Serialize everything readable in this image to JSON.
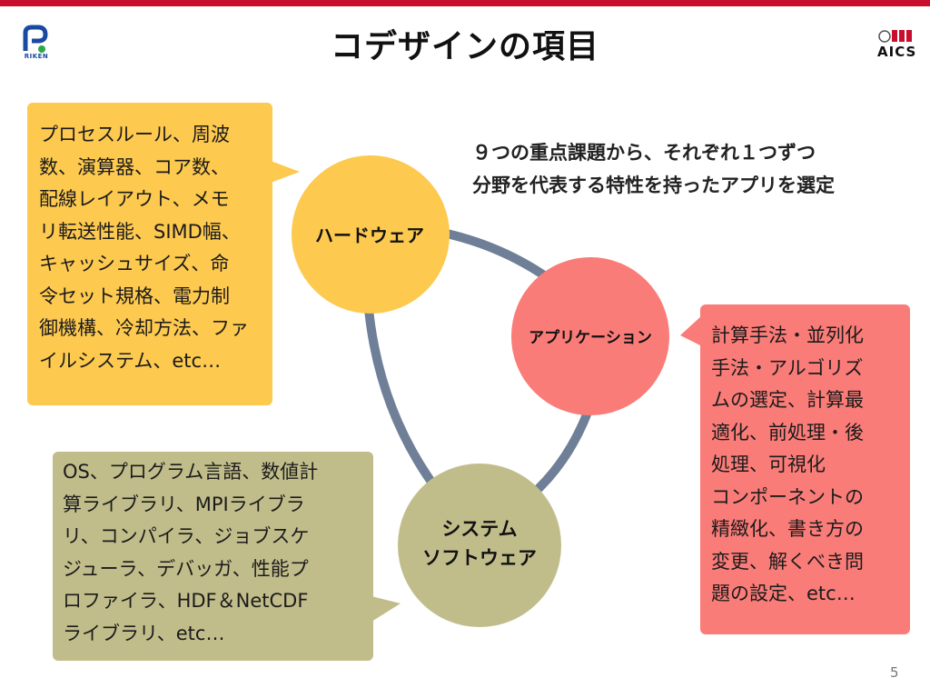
{
  "title": "コデザインの項目",
  "logos": {
    "left_text": "RIKEN",
    "right_text": "AICS"
  },
  "note": {
    "line1": "９つの重点課題から、それぞれ１つずつ",
    "line2": "分野を代表する特性を持ったアプリを選定"
  },
  "nodes": {
    "hardware": "ハードウェア",
    "application": "アプリケーション",
    "system_line1": "システム",
    "system_line2": "ソフトウェア"
  },
  "callouts": {
    "hardware": [
      "プロセスルール、周波",
      "数、演算器、コア数、",
      "配線レイアウト、メモ",
      "リ転送性能、SIMD幅、",
      "キャッシュサイズ、命",
      "令セット規格、電力制",
      "御機構、冷却方法、ファ",
      "イルシステム、etc…"
    ],
    "application": [
      "計算手法・並列化",
      "手法・アルゴリズ",
      "ムの選定、計算最",
      "適化、前処理・後",
      "処理、可視化",
      "コンポーネントの",
      "精緻化、書き方の",
      "変更、解くべき問",
      "題の設定、etc…"
    ],
    "system": [
      "OS、プログラム言語、数値計",
      "算ライブラリ、MPIライブラ",
      "リ、コンパイラ、ジョブスケ",
      "ジューラ、デバッガ、性能プ",
      "ロファイラ、HDF＆NetCDF",
      "ライブラリ、etc…"
    ]
  },
  "page_number": "5",
  "colors": {
    "topbar": "#c8102e",
    "hardware": "#fdc94f",
    "application": "#fa7c78",
    "system": "#c1bd8b",
    "connector": "#6f7f97"
  }
}
